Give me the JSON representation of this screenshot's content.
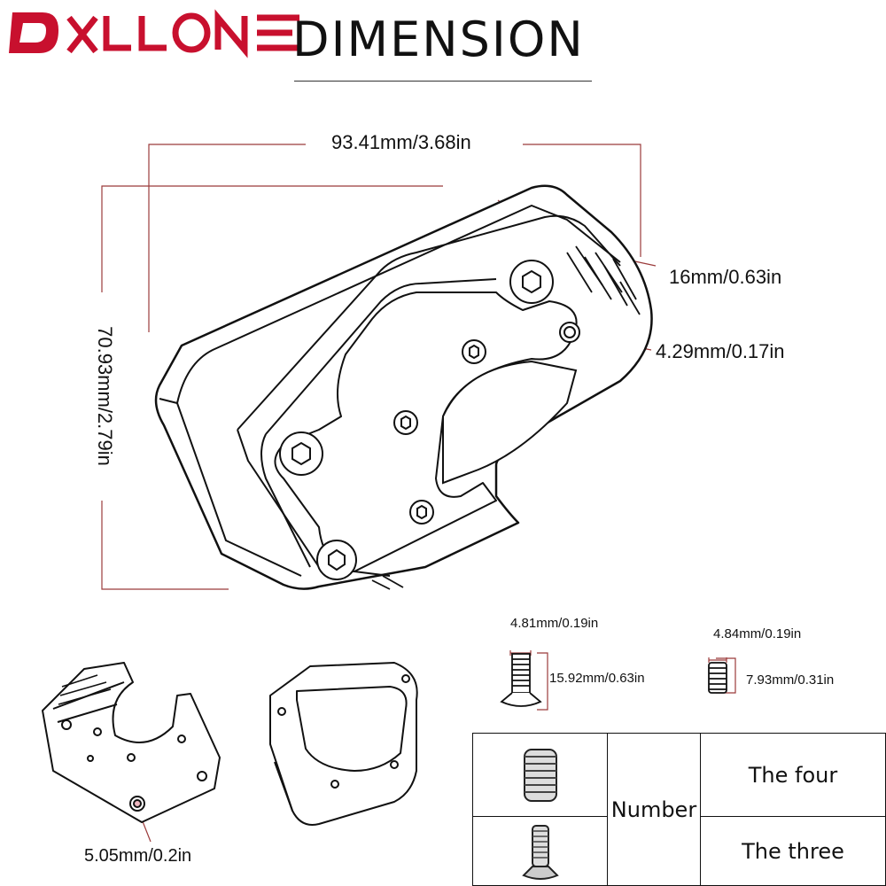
{
  "brand": {
    "logo_text": "DXLLONE"
  },
  "title": "DIMENSION",
  "dimensions": {
    "width": "93.41mm/3.68in",
    "height": "70.93mm/2.79in",
    "thickness": "16mm/0.63in",
    "small_hole": "4.29mm/0.17in",
    "bottom_hole": "5.05mm/0.2in",
    "screw_diameter": "4.81mm/0.19in",
    "screw_length": "15.92mm/0.63in",
    "set_screw_diameter": "4.84mm/0.19in",
    "set_screw_length": "7.93mm/0.31in"
  },
  "table": {
    "header": "Number",
    "rows": [
      {
        "icon": "set-screw-icon",
        "value": "The four"
      },
      {
        "icon": "countersunk-screw-icon",
        "value": "The three"
      }
    ]
  },
  "colors": {
    "brand_red": "#c8102e",
    "dim_line": "#9b3b3b",
    "ink": "#111111"
  }
}
